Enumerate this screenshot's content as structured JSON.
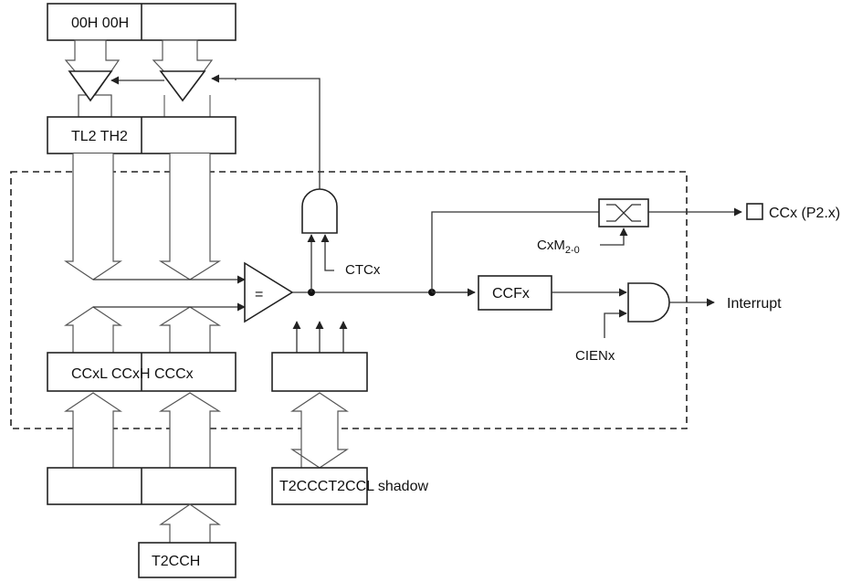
{
  "registers": {
    "reload": "00H 00H",
    "timer": "TL2 TH2",
    "compare": "CCxL CCxH CCCx",
    "source_left": "",
    "source_right": "",
    "shadow_reg": "",
    "t2cch": "T2CCH"
  },
  "labels": {
    "shadow": "T2CCCT2CCL shadow",
    "ctc": "CTCx",
    "mode_main": "CxM",
    "mode_sub": "2-0",
    "cien": "CIENx",
    "ccf": "CCFx",
    "output": "CCx (P2.x)",
    "interrupt": "Interrupt",
    "comparator": "="
  }
}
